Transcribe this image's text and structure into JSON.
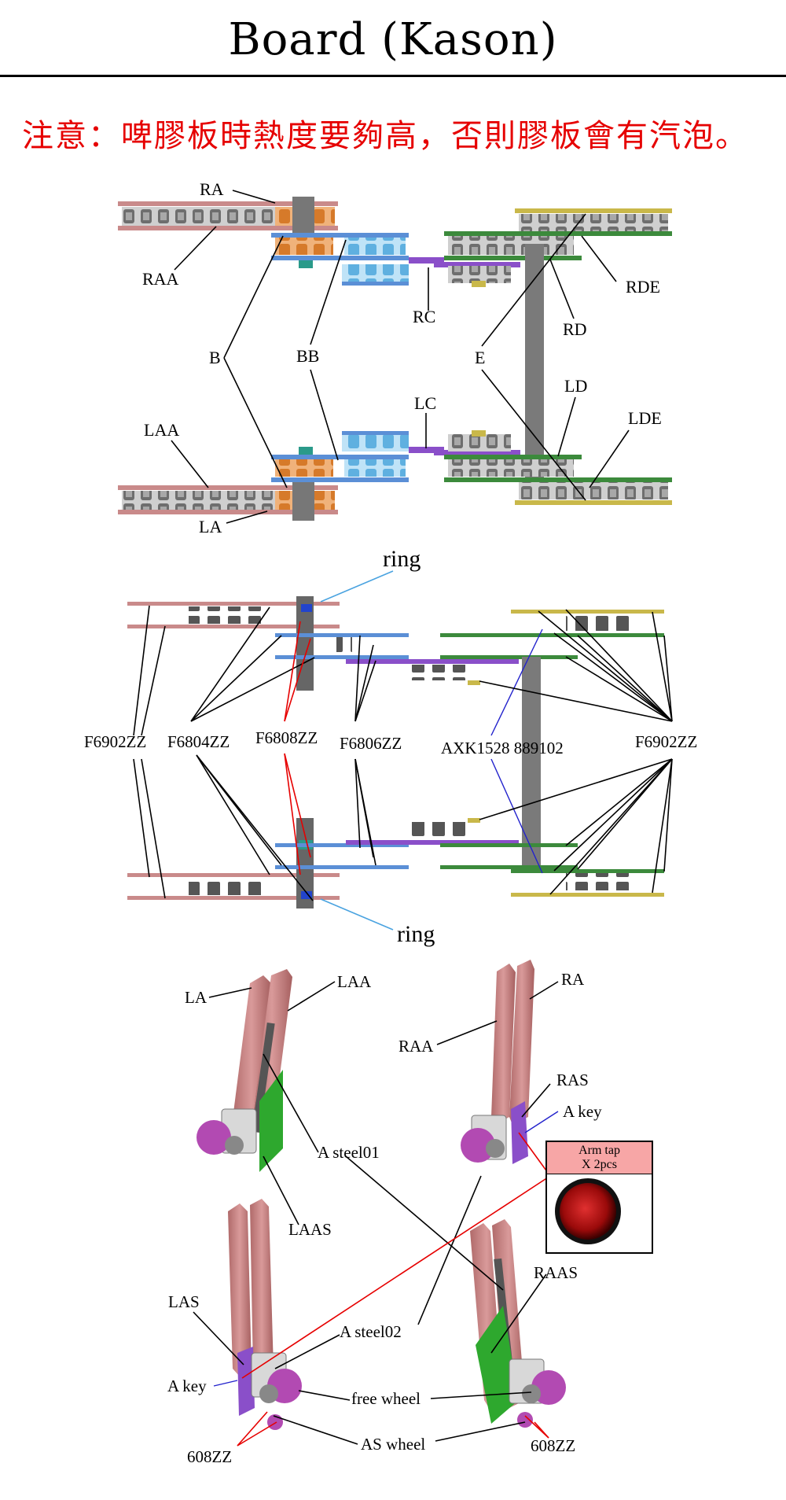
{
  "header": {
    "title": "Board (Kason)",
    "warning": "注意：啤膠板時熱度要夠高，否則膠板會有汽泡。"
  },
  "section1": {
    "labels": {
      "RA": "RA",
      "RAA": "RAA",
      "RC": "RC",
      "RDE": "RDE",
      "RD": "RD",
      "B": "B",
      "BB": "BB",
      "E": "E",
      "LD": "LD",
      "LC": "LC",
      "LDE": "LDE",
      "LAA": "LAA",
      "LA": "LA"
    }
  },
  "section2": {
    "labels": {
      "ring_top": "ring",
      "ring_bottom": "ring",
      "f6902_left": "F6902ZZ",
      "f6804": "F6804ZZ",
      "f6808": "F6808ZZ",
      "f6806": "F6806ZZ",
      "axk": "AXK1528 889102",
      "f6902_right": "F6902ZZ"
    }
  },
  "section3": {
    "labels": {
      "LA": "LA",
      "LAA": "LAA",
      "RA": "RA",
      "RAA": "RAA",
      "RAS": "RAS",
      "a_key_right": "A key",
      "a_steel01": "A steel01",
      "LAAS": "LAAS",
      "LAS": "LAS",
      "RAAS": "RAAS",
      "a_steel02": "A steel02",
      "a_key_left": "A key",
      "free_wheel": "free wheel",
      "as_wheel": "AS wheel",
      "608zz_left": "608ZZ",
      "608zz_right": "608ZZ"
    },
    "arm_tap": {
      "line1": "Arm tap",
      "line2": "X 2pcs"
    }
  },
  "colors": {
    "warning": "#e60000",
    "pink_plate": "#c98a8a",
    "orange": "#e08a3c",
    "blue": "#5b8fd6",
    "light_blue": "#7cc4ec",
    "purple": "#8a4fc9",
    "green": "#3c8a3c",
    "yellow": "#c9b84a",
    "grey": "#7a7a7a",
    "arm_green": "#2ea82e"
  }
}
